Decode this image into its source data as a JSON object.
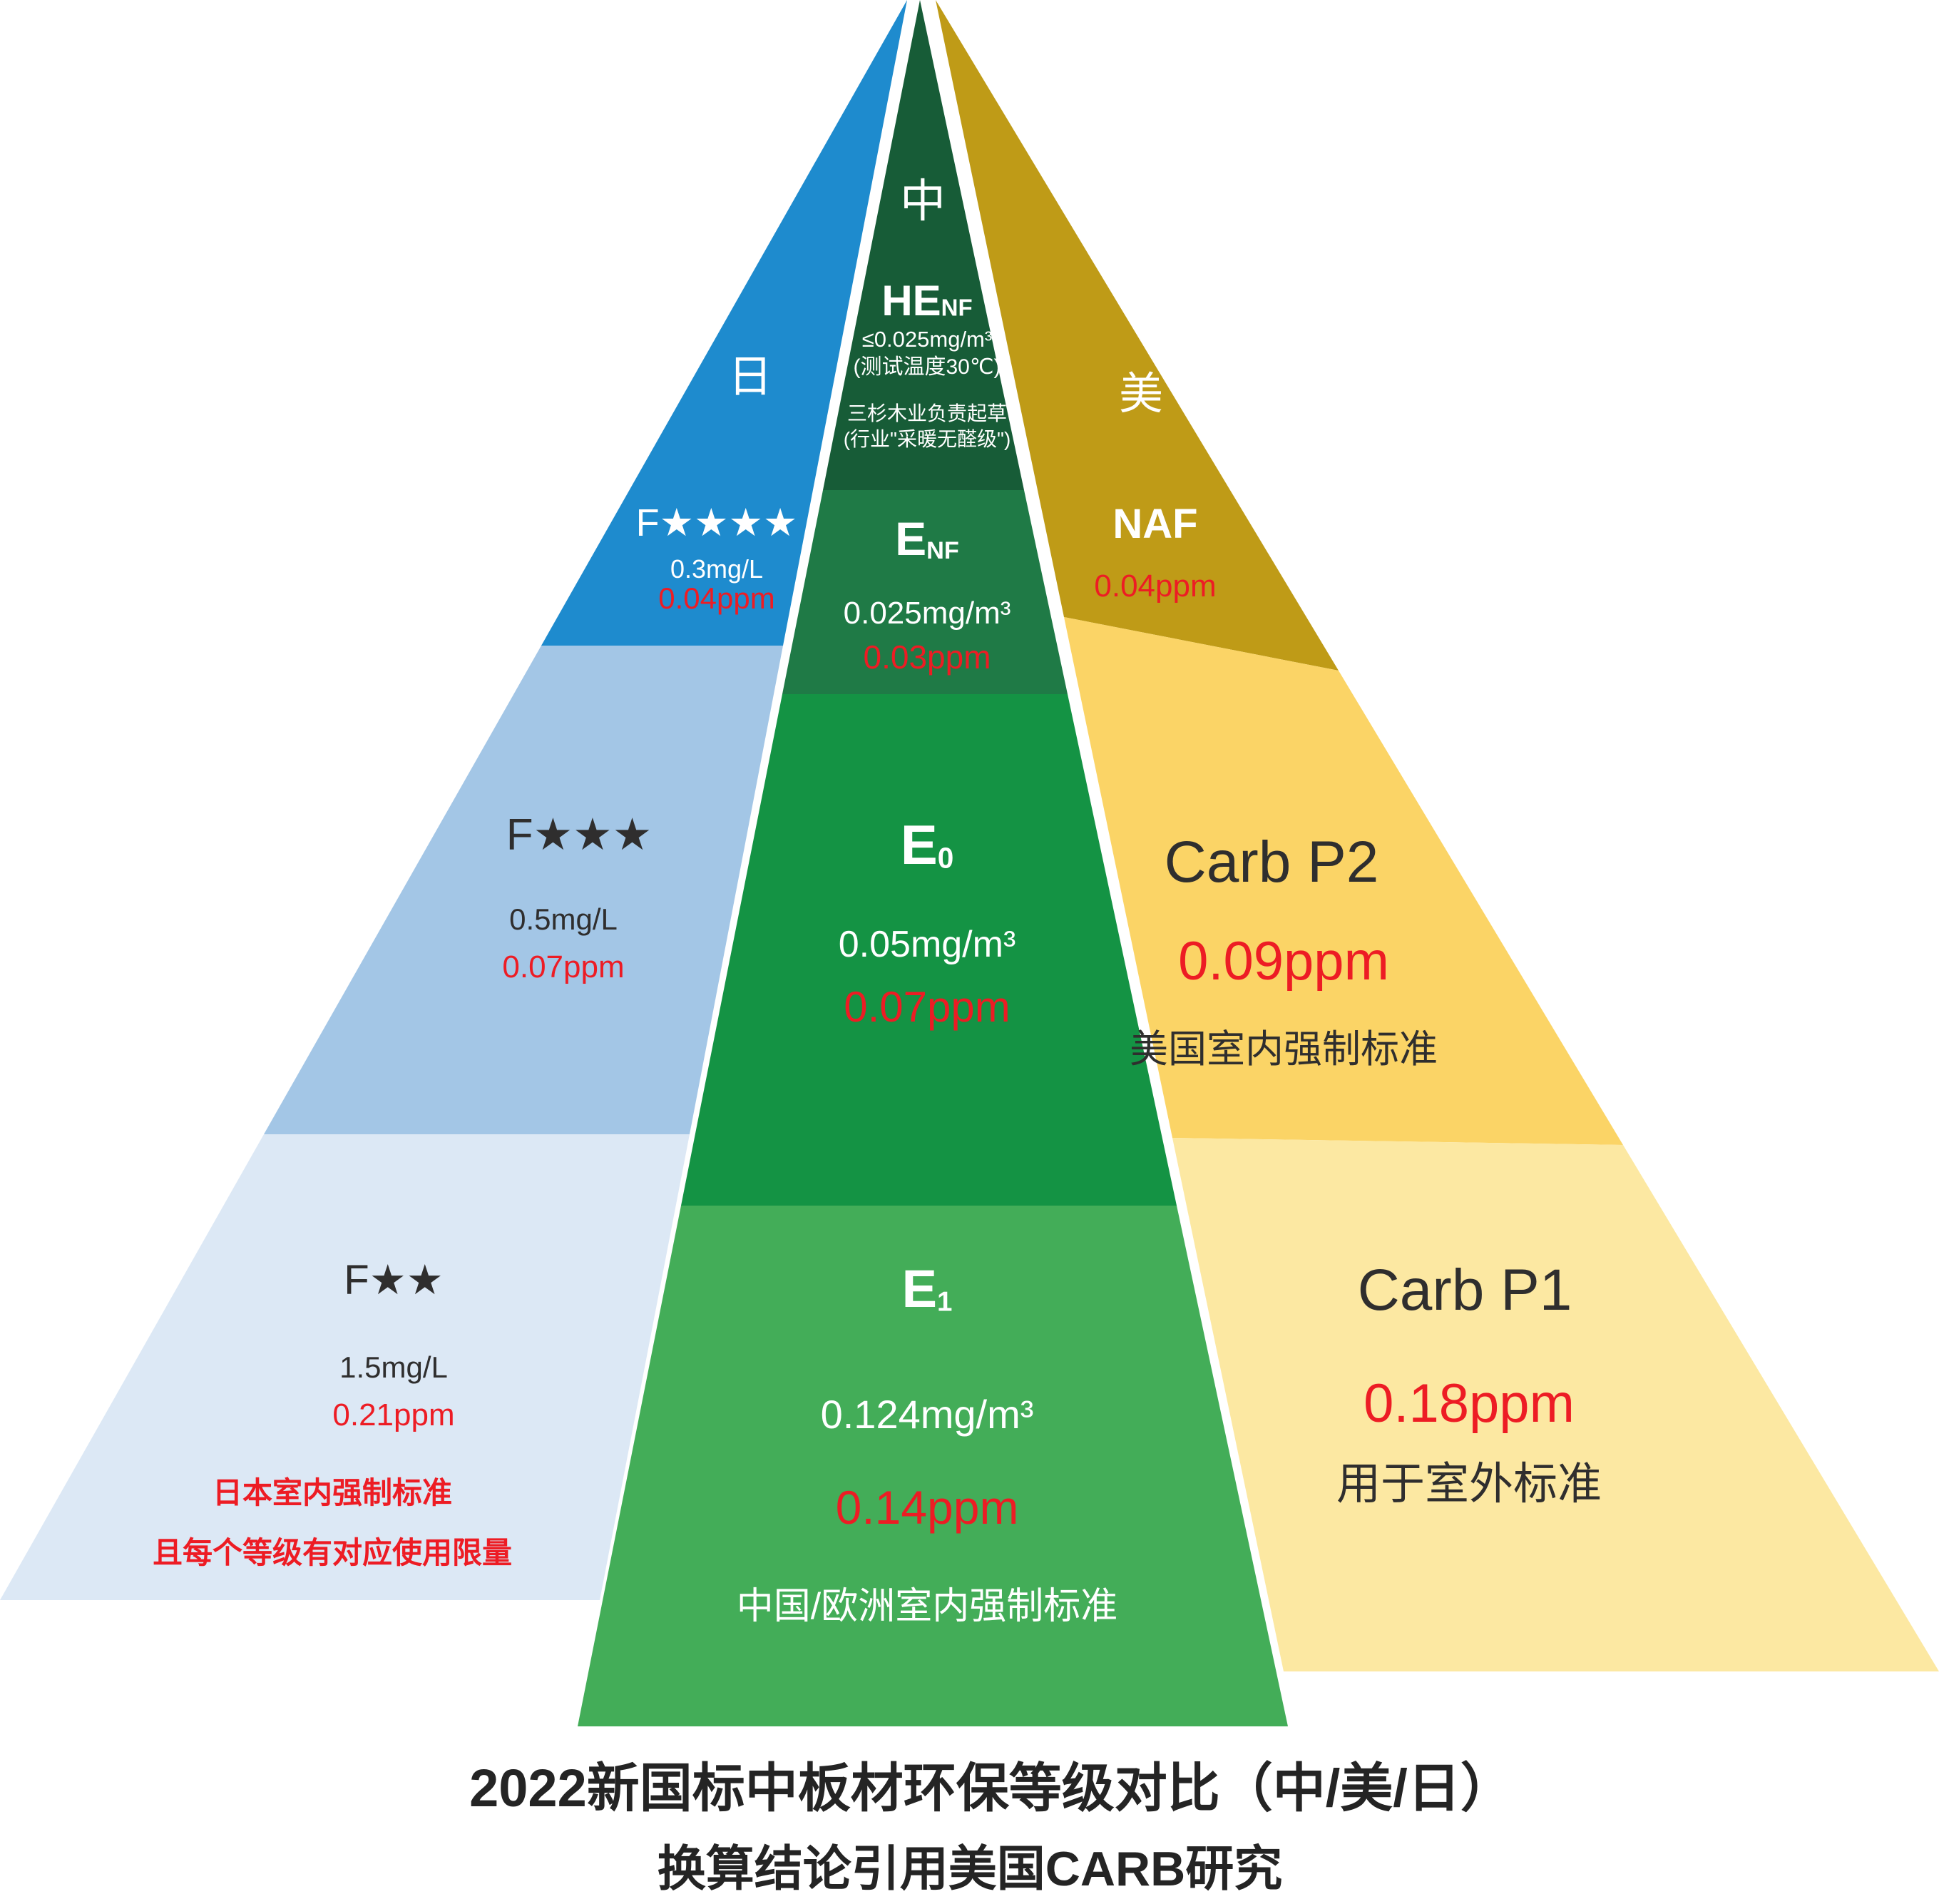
{
  "title": {
    "line1": "2022新国标中板材环保等级对比（中/美/日）",
    "line2": "换算结论引用美国CARB研究"
  },
  "colors": {
    "blue_dark": "#1e8bce",
    "blue_mid": "#a3c6e6",
    "blue_light": "#dce8f5",
    "green_dark": "#175c37",
    "green_enf": "#1f7a46",
    "green_e0": "#149344",
    "green_e1": "#43ad58",
    "gold_dark": "#bf9b17",
    "gold_p2": "#fbd466",
    "gold_p1": "#fce8a2",
    "red": "#ed1c24",
    "text_dark": "#2f2e2e"
  },
  "japan": {
    "label": "日",
    "levels": [
      {
        "name": "F",
        "stars": "★★★★",
        "value": "0.3mg/L",
        "ppm": "0.04ppm"
      },
      {
        "name": "F",
        "stars": "★★★",
        "value": "0.5mg/L",
        "ppm": "0.07ppm"
      },
      {
        "name": "F",
        "stars": "★★",
        "value": "1.5mg/L",
        "ppm": "0.21ppm",
        "note1": "日本室内强制标准",
        "note2": "且每个等级有对应使用限量"
      }
    ]
  },
  "china": {
    "label": "中",
    "levels": [
      {
        "grade_main": "HE",
        "grade_sub": "NF",
        "value": "≤0.025mg/m³",
        "note1": "(测试温度30℃)",
        "note2": "三杉木业负责起草",
        "note3": "(行业\"采暖无醛级\")"
      },
      {
        "grade_main": "E",
        "grade_sub": "NF",
        "value": "0.025mg/m³",
        "ppm": "0.03ppm"
      },
      {
        "grade_main": "E",
        "grade_sub": "0",
        "value": "0.05mg/m³",
        "ppm": "0.07ppm"
      },
      {
        "grade_main": "E",
        "grade_sub": "1",
        "value": "0.124mg/m³",
        "ppm": "0.14ppm",
        "note": "中国/欧洲室内强制标准"
      }
    ]
  },
  "usa": {
    "label": "美",
    "levels": [
      {
        "name": "NAF",
        "ppm": "0.04ppm"
      },
      {
        "name": "Carb P2",
        "ppm": "0.09ppm",
        "note": "美国室内强制标准"
      },
      {
        "name": "Carb P1",
        "ppm": "0.18ppm",
        "note": "用于室外标准"
      }
    ]
  }
}
